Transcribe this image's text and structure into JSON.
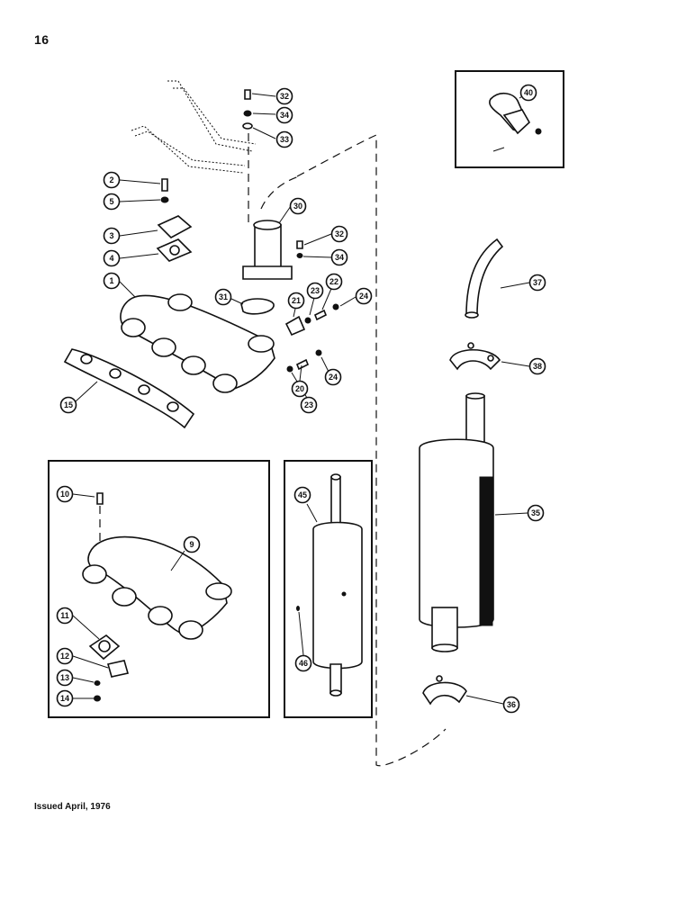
{
  "page": {
    "number": "16",
    "issued": "Issued April, 1976"
  },
  "callouts": [
    {
      "id": "c32a",
      "label": "32"
    },
    {
      "id": "c34a",
      "label": "34"
    },
    {
      "id": "c33",
      "label": "33"
    },
    {
      "id": "c2",
      "label": "2"
    },
    {
      "id": "c5",
      "label": "5"
    },
    {
      "id": "c3",
      "label": "3"
    },
    {
      "id": "c4",
      "label": "4"
    },
    {
      "id": "c1",
      "label": "1"
    },
    {
      "id": "c15",
      "label": "15"
    },
    {
      "id": "c30",
      "label": "30"
    },
    {
      "id": "c32b",
      "label": "32"
    },
    {
      "id": "c34b",
      "label": "34"
    },
    {
      "id": "c31",
      "label": "31"
    },
    {
      "id": "c21",
      "label": "21"
    },
    {
      "id": "c23a",
      "label": "23"
    },
    {
      "id": "c22",
      "label": "22"
    },
    {
      "id": "c24a",
      "label": "24"
    },
    {
      "id": "c24b",
      "label": "24"
    },
    {
      "id": "c20",
      "label": "20"
    },
    {
      "id": "c23b",
      "label": "23"
    },
    {
      "id": "c40",
      "label": "40"
    },
    {
      "id": "c37",
      "label": "37"
    },
    {
      "id": "c38",
      "label": "38"
    },
    {
      "id": "c35",
      "label": "35"
    },
    {
      "id": "c36",
      "label": "36"
    },
    {
      "id": "c10",
      "label": "10"
    },
    {
      "id": "c9",
      "label": "9"
    },
    {
      "id": "c11",
      "label": "11"
    },
    {
      "id": "c12",
      "label": "12"
    },
    {
      "id": "c13",
      "label": "13"
    },
    {
      "id": "c14",
      "label": "14"
    },
    {
      "id": "c45",
      "label": "45"
    },
    {
      "id": "c46",
      "label": "46"
    }
  ]
}
